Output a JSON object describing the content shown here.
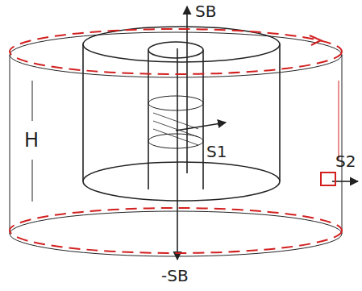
{
  "diagram": {
    "labels": [
      "H",
      "SB",
      "S1",
      "S2",
      "-SB"
    ]
  }
}
